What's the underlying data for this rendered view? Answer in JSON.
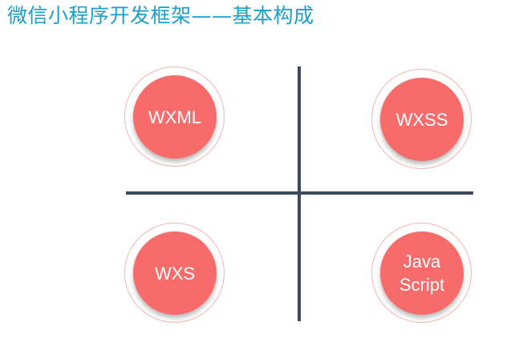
{
  "title": "微信小程序开发框架——基本构成",
  "quadrants": {
    "top_left": "WXML",
    "top_right": "WXSS",
    "bottom_left": "WXS",
    "bottom_right": "Java\nScript"
  },
  "colors": {
    "title": "#1a9fca",
    "circle_fill": "#f76b6b",
    "ring_outline": "#f3b3b3",
    "axis": "#3a4a5a"
  }
}
